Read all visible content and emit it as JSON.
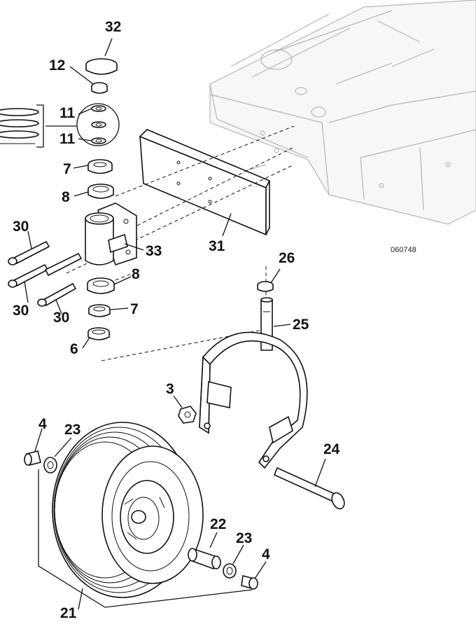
{
  "diagram": {
    "figure_code": "060748",
    "callouts": [
      "32",
      "12",
      "11",
      "11",
      "7",
      "8",
      "30",
      "33",
      "31",
      "8",
      "30",
      "30",
      "7",
      "6",
      "26",
      "25",
      "3",
      "4",
      "23",
      "24",
      "22",
      "23",
      "4",
      "21"
    ]
  }
}
